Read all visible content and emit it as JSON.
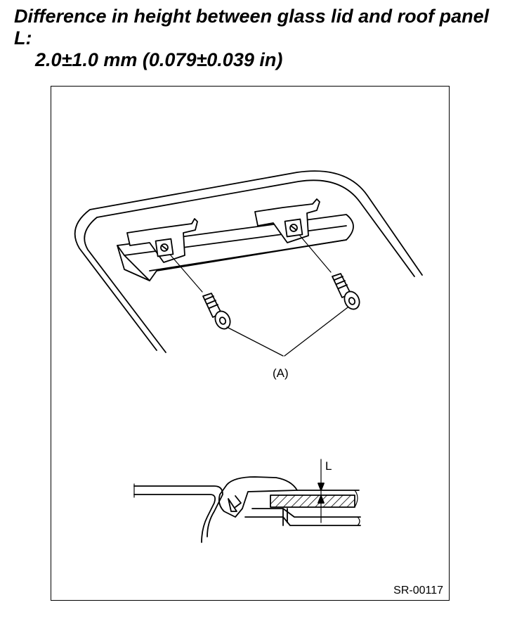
{
  "heading": {
    "line1": "Difference in height between glass lid and roof panel L:",
    "spec": "2.0±1.0 mm (0.079±0.039 in)"
  },
  "figure": {
    "callout_a": "(A)",
    "callout_l": "L",
    "code": "SR-00117"
  }
}
